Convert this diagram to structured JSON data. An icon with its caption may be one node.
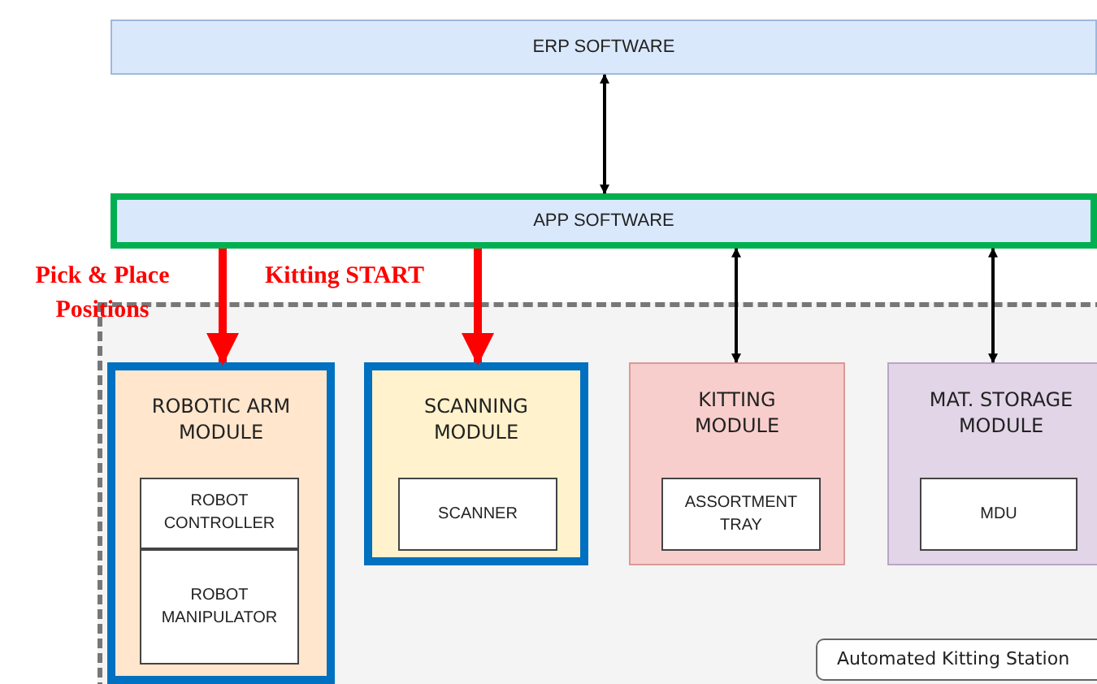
{
  "diagram": {
    "nodes": [
      {
        "text": [
          "ERP SOFTWARE"
        ]
      },
      {
        "text": [
          "APP SOFTWARE"
        ]
      },
      {
        "text": [
          "Automated Kitting Station"
        ]
      },
      {
        "text": [
          "ROBOTIC ARM MODULE"
        ],
        "in": 2
      },
      {
        "text": [
          "ROBOT CONTROLLER"
        ],
        "in": 3
      },
      {
        "text": [
          "ROBOT MANIPULATOR"
        ],
        "in": 3
      },
      {
        "text": [
          "SCANNING MODULE"
        ],
        "in": 2
      },
      {
        "text": [
          "SCANNER"
        ],
        "in": 6
      },
      {
        "text": [
          "KITTING MODULE"
        ],
        "in": 2
      },
      {
        "text": [
          "ASSORTMENT TRAY"
        ],
        "in": 8
      },
      {
        "text": [
          "MAT. STORAGE MODULE"
        ],
        "in": 2
      },
      {
        "text": [
          "MDU"
        ],
        "in": 10
      }
    ],
    "edges": [
      {
        "from": 0,
        "to": 1,
        "arrow": "both"
      },
      {
        "from": 1,
        "to": 3,
        "arrow": "to",
        "label": "Pick & Place Positions",
        "style": "thick",
        "color": "#ff0000"
      },
      {
        "from": 1,
        "to": 6,
        "arrow": "to",
        "label": "Kitting START",
        "style": "thick",
        "color": "#ff0000"
      },
      {
        "from": 1,
        "to": 8,
        "arrow": "both"
      },
      {
        "from": 1,
        "to": 10,
        "arrow": "both"
      }
    ]
  }
}
